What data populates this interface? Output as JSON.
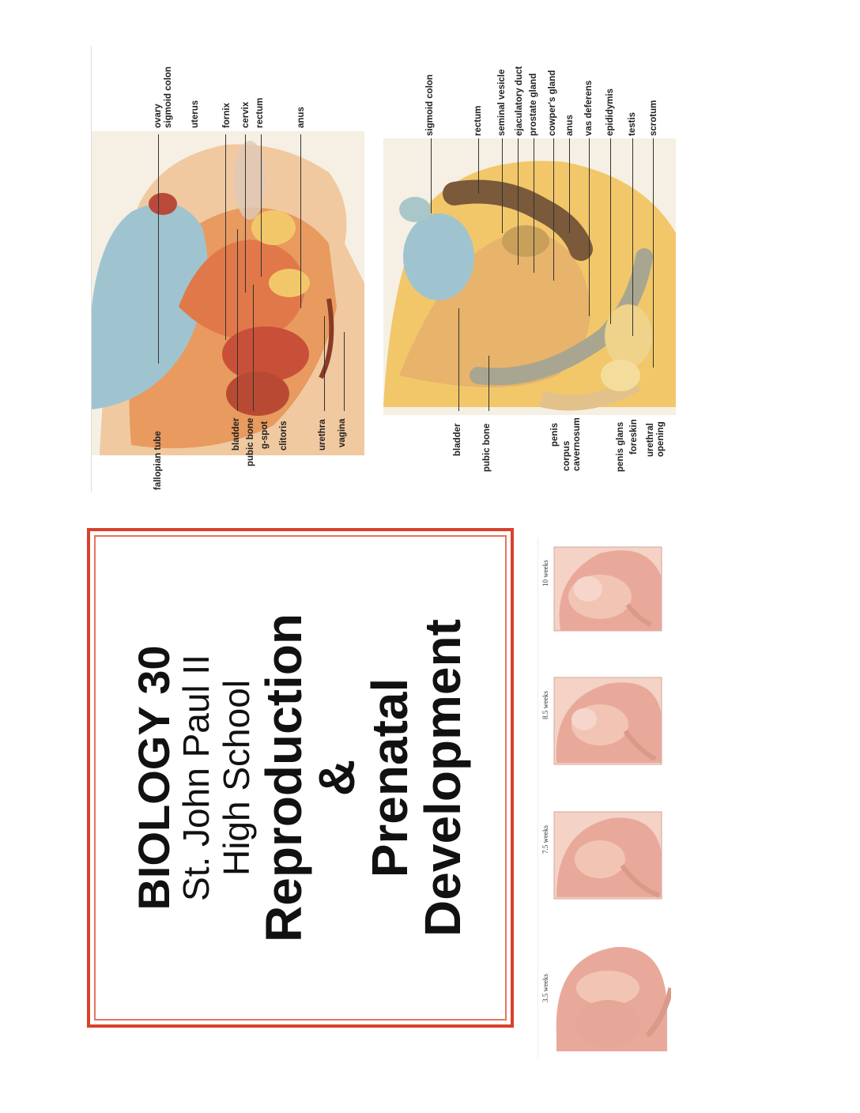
{
  "title": {
    "line1": "BIOLOGY 30",
    "line2": "St. John Paul II",
    "line3": "High School",
    "line4": "Reproduction",
    "line5": "&",
    "line6": "Prenatal",
    "line7": "Development"
  },
  "female_labels": {
    "ovary": "ovary",
    "sigmoid_colon": "sigmoid colon",
    "uterus": "uterus",
    "fornix": "fornix",
    "cervix": "cervix",
    "rectum": "rectum",
    "anus": "anus",
    "fallopian_tube": "fallopian tube",
    "bladder": "bladder",
    "pubic_bone": "pubic bone",
    "g_spot": "g-spot",
    "clitoris": "clitoris",
    "urethra": "urethra",
    "vagina": "vagina"
  },
  "male_labels": {
    "sigmoid_colon": "sigmoid colon",
    "rectum": "rectum",
    "seminal_vesicle": "seminal vesicle",
    "ejaculatory_duct": "ejaculatory duct",
    "prostate_gland": "prostate gland",
    "cowpers_gland": "cowper's gland",
    "anus": "anus",
    "vas_deferens": "vas deferens",
    "epididymis": "epididymis",
    "testis": "testis",
    "scrotum": "scrotum",
    "bladder": "bladder",
    "pubic_bone": "pubic bone",
    "penis": "penis",
    "corpus": "corpus",
    "cavernosum": "cavernosum",
    "penis_glans": "penis glans",
    "foreskin": "foreskin",
    "urethral": "urethral",
    "opening": "opening"
  },
  "embryo_stages": [
    "3.5 weeks",
    "7.5 weeks",
    "8.5 weeks",
    "10 weeks"
  ],
  "colors": {
    "frame_red": "#d9412b",
    "bladder_blue": "#9fc4cf",
    "tissue_orange": "#e89a5f",
    "fat_yellow": "#f2c76a",
    "embryo_pink": "#e9a99a"
  }
}
